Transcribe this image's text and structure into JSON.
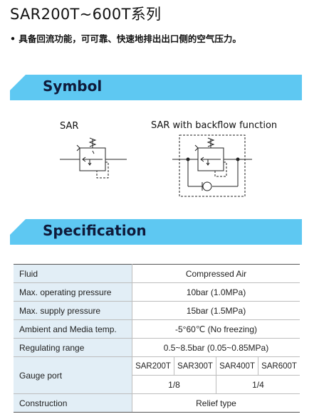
{
  "header": {
    "title": "SAR200T~600T系列",
    "subtitle": "• 具备回流功能，可可靠、快速地排出出口侧的空气压力。"
  },
  "sections": {
    "symbol": "Symbol",
    "specification": "Specification"
  },
  "symbols": {
    "sar_label": "SAR",
    "backflow_label": "SAR with backflow function"
  },
  "colors": {
    "band": "#5ec8f2",
    "band_text": "#0f1a3a",
    "key_cell_bg": "#e2eef6"
  },
  "spec": {
    "fluid": {
      "label": "Fluid",
      "value": "Compressed Air"
    },
    "max_operating": {
      "label": "Max. operating pressure",
      "value": "10bar (1.0MPa)"
    },
    "max_supply": {
      "label": "Max. supply pressure",
      "value": "15bar (1.5MPa)"
    },
    "ambient": {
      "label": "Ambient and Media temp.",
      "value": "-5°60℃ (No freezing)"
    },
    "regulating": {
      "label": "Regulating range",
      "value": "0.5~8.5bar (0.05~0.85MPa)"
    },
    "gauge": {
      "label": "Gauge port",
      "models": [
        "SAR200T",
        "SAR300T",
        "SAR400T",
        "SAR600T"
      ],
      "values": [
        "1/8",
        "1/4"
      ]
    },
    "construction": {
      "label": "Construction",
      "value": "Relief type"
    }
  }
}
